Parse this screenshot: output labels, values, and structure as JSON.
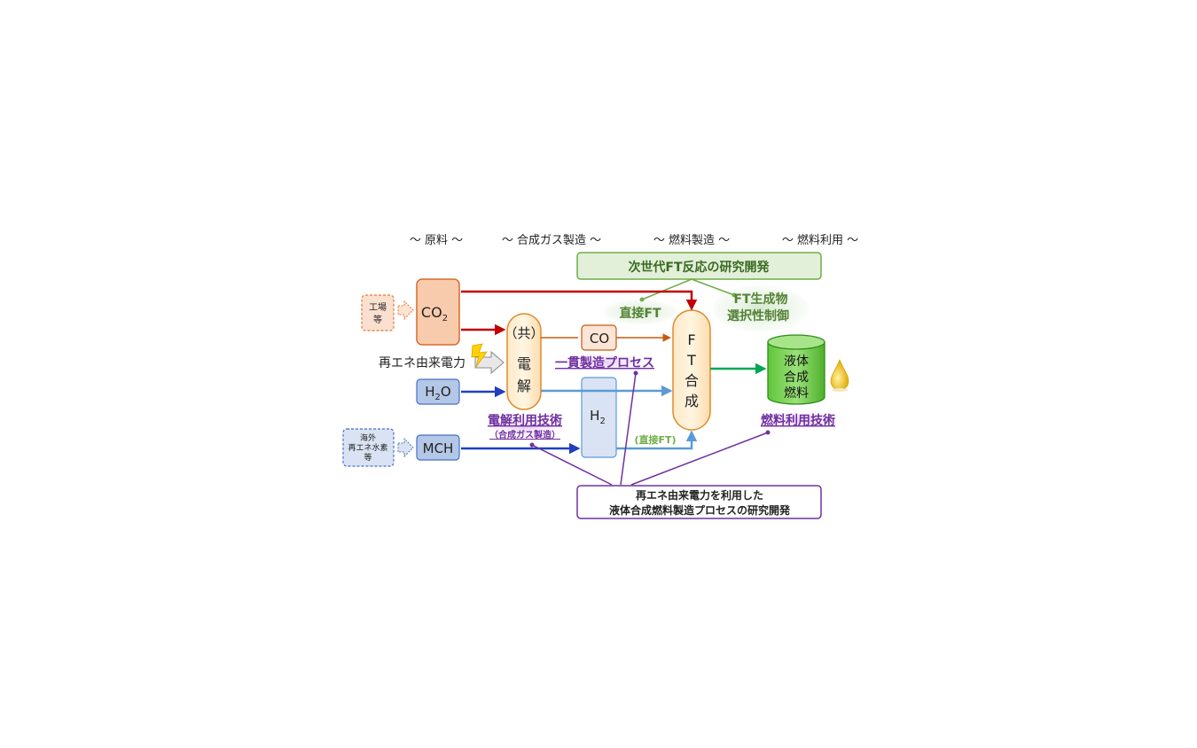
{
  "stages": [
    "～ 原料 ～",
    "～ 合成ガス製造 ～",
    "～ 燃料製造 ～",
    "～ 燃料利用 ～"
  ],
  "boxes": {
    "factory": [
      "工場",
      "等"
    ],
    "co2": {
      "main": "CO",
      "sub": "2"
    },
    "mch": "MCH",
    "overseas": [
      "海外",
      "再エネ水素",
      "等"
    ],
    "h2o": {
      "pre": "H",
      "sub": "2",
      "post": "O"
    },
    "electrolysis": [
      "（共）",
      "電",
      "解"
    ],
    "co": "CO",
    "h2": {
      "main": "H",
      "sub": "2"
    },
    "ft": [
      "F",
      "T",
      "合",
      "成"
    ],
    "fuel": [
      "液体",
      "合成",
      "燃料"
    ]
  },
  "labels": {
    "renewable_power": "再エネ由来電力",
    "next_gen_ft": "次世代FT反応の研究開発",
    "direct_ft": "直接FT",
    "ft_selectivity": [
      "FT生成物",
      "選択性制御"
    ],
    "integrated_process": "一貫製造プロセス",
    "electrolysis_tech": "電解利用技術",
    "electrolysis_tech_sub": "（合成ガス製造）",
    "direct_ft_paren": "(直接FT)",
    "fuel_tech": "燃料利用技術",
    "bottom_box": [
      "再エネ由来電力を利用した",
      "液体合成燃料製造プロセスの研究開発"
    ]
  },
  "colors": {
    "co2_red": "#c00000",
    "blue": "#1f3fbf",
    "light_blue": "#5b9bd5",
    "orange_line": "#c55a11",
    "green": "#00a651",
    "purple": "#7030a0",
    "olive_green": "#548235"
  }
}
